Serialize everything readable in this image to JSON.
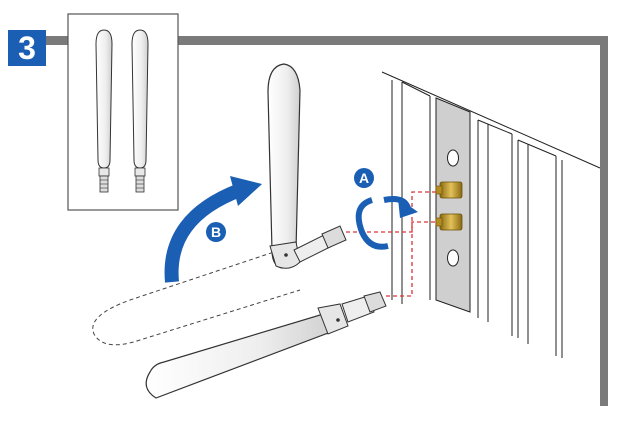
{
  "step": {
    "number": "3"
  },
  "labels": {
    "rotate": "A",
    "swing": "B"
  },
  "colors": {
    "accent_blue": "#1a5fb4",
    "frame_gray": "#7a7a7a",
    "guide_red": "#d9343a",
    "connector_gold": "#c9a227",
    "antenna_fill": "#f1f1f1"
  },
  "icons": {
    "rotate_arrow": "curved-rotate-arrow-icon",
    "swing_arrow": "curved-swing-arrow-icon"
  }
}
